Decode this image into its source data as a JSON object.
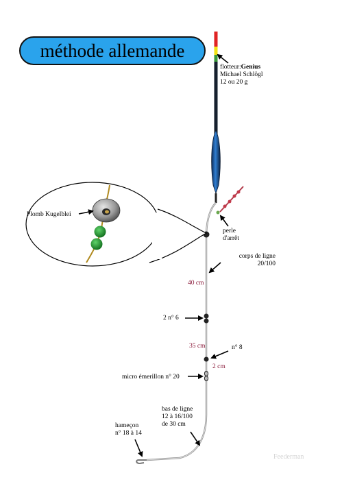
{
  "title": "méthode allemande",
  "float_label": {
    "prefix": "flotteur:",
    "name": "Genius",
    "maker": "Michael Schlögl",
    "weight": "12 ou 20 g"
  },
  "inset_label": "Plomb Kugelblei",
  "stop_bead": {
    "line1": "perle",
    "line2": "d'arrêt"
  },
  "main_line": {
    "line1": "corps de ligne",
    "line2": "20/100"
  },
  "measures": {
    "first": "40 cm",
    "second": "35 cm",
    "third": "2 cm"
  },
  "shot_2n6": "2 n° 6",
  "shot_n8": "n° 8",
  "swivel": "micro émerillon n° 20",
  "hooklength": {
    "line1": "bas de ligne",
    "line2": "12 à 16/100",
    "line3": "de 30 cm"
  },
  "hook": {
    "line1": "hameçon",
    "line2": "n° 18 à 14"
  },
  "watermark": "Feederman",
  "colors": {
    "title_fill": "#2aa3ec",
    "measure_text": "#8a1a3a",
    "float_tip": "#e02424",
    "float_band": "#f2e313",
    "float_body": "#16202e",
    "float_bulb": "#1e5fa8",
    "bead_green": "#1a8c2c",
    "lead_grey": "#8c8c8c"
  }
}
